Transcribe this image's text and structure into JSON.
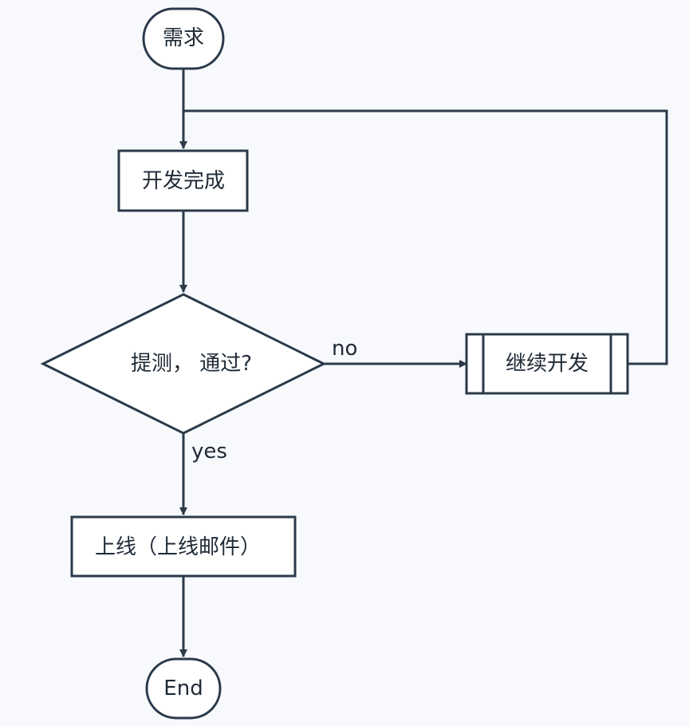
{
  "diagram": {
    "nodes": {
      "start": {
        "label": "需求",
        "shape": "terminator"
      },
      "dev_done": {
        "label": "开发完成",
        "shape": "process"
      },
      "decision": {
        "label": "提测， 通过?",
        "shape": "decision"
      },
      "continue_dev": {
        "label": "继续开发",
        "shape": "predefined-process"
      },
      "release": {
        "label": "上线（上线邮件）",
        "shape": "process"
      },
      "end": {
        "label": "End",
        "shape": "terminator"
      }
    },
    "edges": {
      "no": {
        "label": "no",
        "from": "decision",
        "to": "continue_dev"
      },
      "yes": {
        "label": "yes",
        "from": "decision",
        "to": "release"
      }
    },
    "colors": {
      "stroke": "#2b3a4a",
      "node_fill": "#ffffff",
      "background": "#f7f9fc",
      "text": "#1f2a36"
    }
  }
}
